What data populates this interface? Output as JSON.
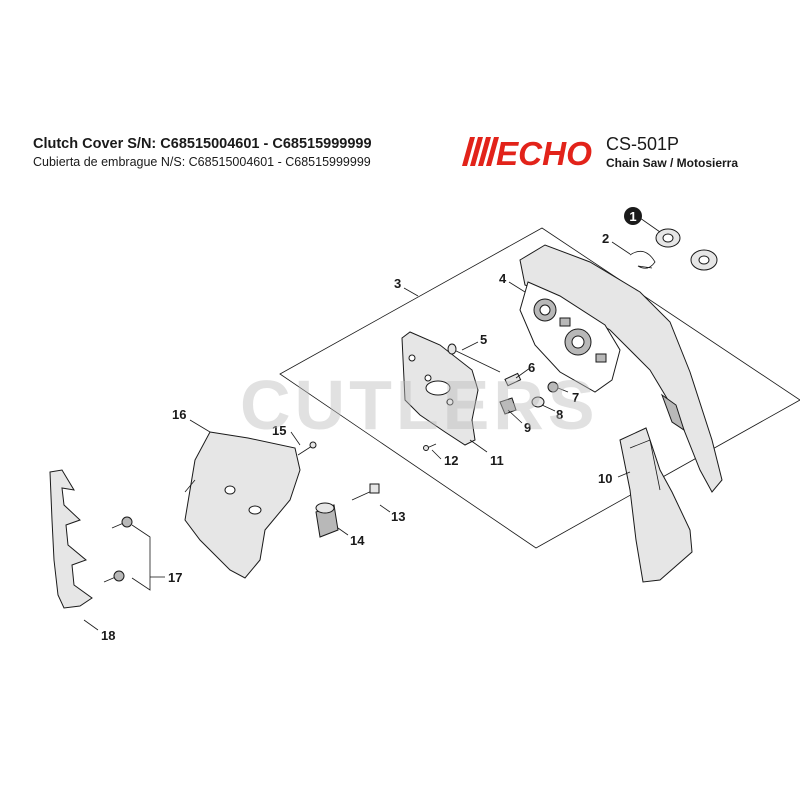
{
  "header": {
    "title": "Clutch Cover S/N: C68515004601 - C68515999999",
    "subtitle": "Cubierta de embrague N/S: C68515004601 - C68515999999",
    "brand": "ECHO",
    "model": "CS-501P",
    "model_sub": "Chain Saw / Motosierra"
  },
  "watermark": "CUTLERS",
  "colors": {
    "brand_red": "#e2231a",
    "ink": "#1a1a1a",
    "watermark": "#bdbdbd"
  },
  "callouts": {
    "c1": "1",
    "c2": "2",
    "c3": "3",
    "c4": "4",
    "c5": "5",
    "c6": "6",
    "c7": "7",
    "c8": "8",
    "c9": "9",
    "c10": "10",
    "c11": "11",
    "c12": "12",
    "c13": "13",
    "c14": "14",
    "c15": "15",
    "c16": "16",
    "c17": "17",
    "c18": "18"
  }
}
